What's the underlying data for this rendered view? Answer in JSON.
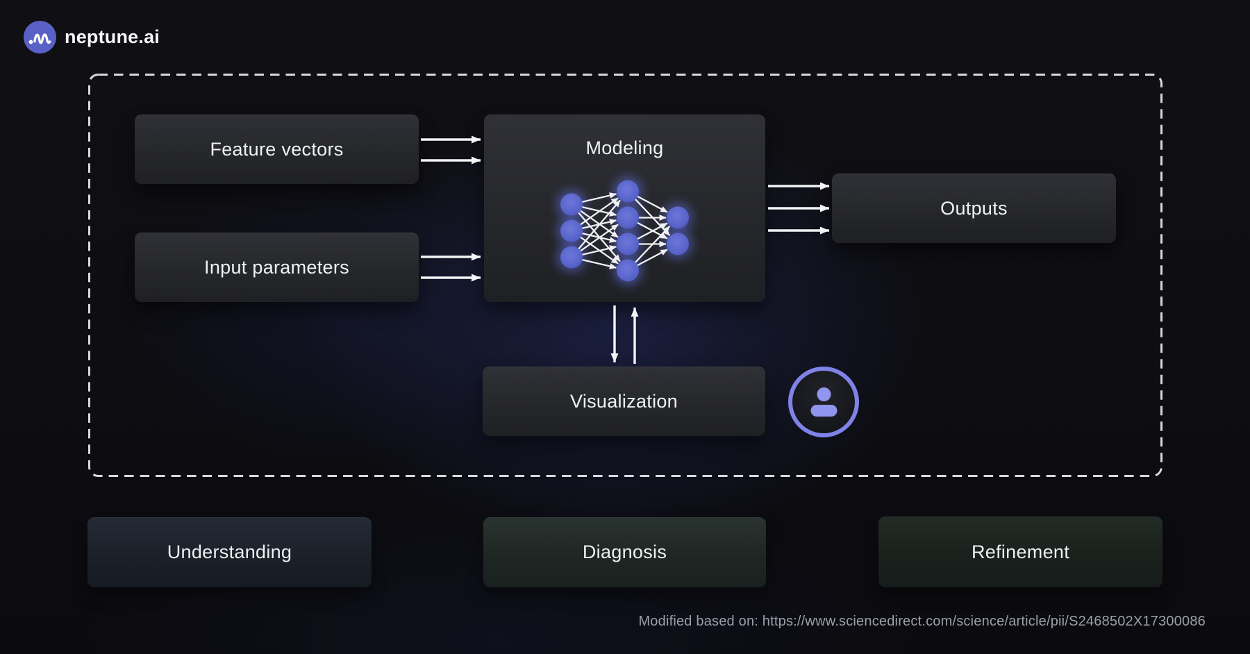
{
  "brand": {
    "name": "neptune.ai",
    "logo_icon": "waveform-icon",
    "logo_color": "#5a61c6"
  },
  "diagram": {
    "container": "dashed-boundary",
    "boxes": {
      "feature_vectors": "Feature vectors",
      "input_parameters": "Input parameters",
      "modeling": "Modeling",
      "outputs": "Outputs",
      "visualization": "Visualization"
    },
    "network": {
      "type": "neural-network-illustration",
      "layers": [
        3,
        4,
        2
      ],
      "node_color": "#5a66cc",
      "edge_color": "#eef0f4"
    },
    "person_icon": "user-icon",
    "person_icon_ring_color": "#7f83e8",
    "person_icon_glyph_color": "#9095ee",
    "arrows": {
      "feature_vectors_to_modeling": 2,
      "input_parameters_to_modeling": 2,
      "modeling_to_outputs": 3,
      "modeling_visualization_bidirectional": 2
    },
    "arrow_color": "#f3f4f6",
    "dashed_border_color": "#d8d9dc"
  },
  "stages": [
    {
      "label": "Understanding"
    },
    {
      "label": "Diagnosis"
    },
    {
      "label": "Refinement"
    }
  ],
  "caption": "Modified based on: https://www.sciencedirect.com/science/article/pii/S2468502X17300086"
}
